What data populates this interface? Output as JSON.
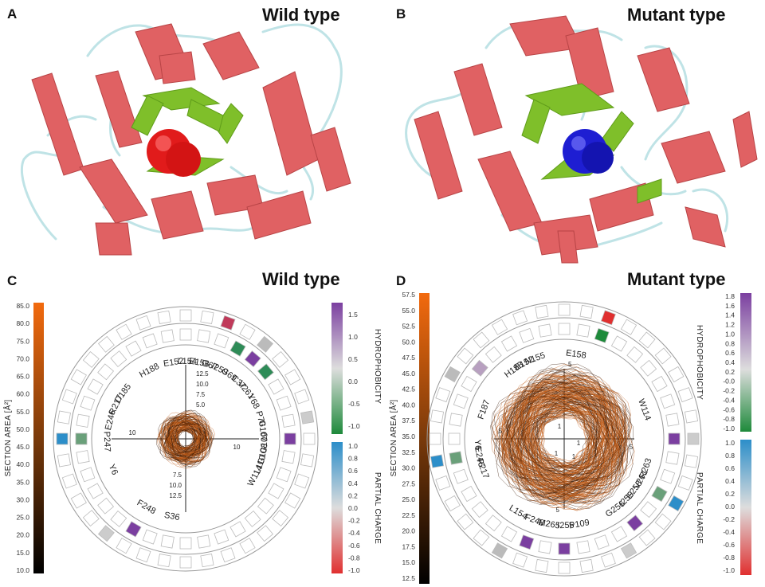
{
  "panels": {
    "A": {
      "label": "A",
      "title": "Wild type"
    },
    "B": {
      "label": "B",
      "title": "Mutant type"
    },
    "C": {
      "label": "C",
      "title": "Wild type"
    },
    "D": {
      "label": "D",
      "title": "Mutant type"
    }
  },
  "chart_data": [
    {
      "panel": "C",
      "type": "radial-tunnel-plot",
      "left_scale": {
        "label": "SECTION AREA [Å²]",
        "min": 10.0,
        "max": 85.0,
        "ticks": [
          "85.0",
          "80.0",
          "75.0",
          "70.0",
          "65.0",
          "60.0",
          "55.0",
          "50.0",
          "45.0",
          "40.0",
          "35.0",
          "30.0",
          "25.0",
          "20.0",
          "15.0",
          "10.0"
        ]
      },
      "hydrophobicity_scale": {
        "label": "HYDROPHOBICITY",
        "ticks": [
          "1.5",
          "1.0",
          "0.5",
          "0.0",
          "-0.5",
          "-1.0"
        ]
      },
      "charge_scale": {
        "label": "PARTIAL CHARGE",
        "ticks": [
          "1.0",
          "0.8",
          "0.6",
          "0.4",
          "0.2",
          "0.0",
          "-0.2",
          "-0.4",
          "-0.6",
          "-0.8",
          "-1.0"
        ]
      },
      "axis_ticks": {
        "top": [
          "12.5",
          "10.0",
          "7.5",
          "5.0"
        ],
        "bottom": [
          "7.5",
          "10.0",
          "12.5"
        ],
        "left": [
          "10"
        ],
        "right": [
          "10"
        ]
      },
      "residues": [
        "H188",
        "E152",
        "L154",
        "E158",
        "G67",
        "I259",
        "G69",
        "C37",
        "V261",
        "Y68",
        "P70",
        "G107",
        "G109",
        "G108",
        "L110",
        "W114",
        "S36",
        "F248",
        "Y6",
        "P247",
        "E246",
        "R217",
        "D185"
      ]
    },
    {
      "panel": "D",
      "type": "radial-tunnel-plot",
      "left_scale": {
        "label": "SECTION AREA [Å²]",
        "min": 12.5,
        "max": 57.5,
        "ticks": [
          "57.5",
          "55.0",
          "52.5",
          "50.0",
          "47.5",
          "45.0",
          "42.5",
          "40.0",
          "37.5",
          "35.0",
          "32.5",
          "30.0",
          "27.5",
          "25.0",
          "22.5",
          "20.0",
          "17.5",
          "15.0",
          "12.5"
        ]
      },
      "hydrophobicity_scale": {
        "label": "HYDROPHOBICITY",
        "ticks": [
          "1.8",
          "1.6",
          "1.4",
          "1.2",
          "1.0",
          "0.8",
          "0.6",
          "0.4",
          "0.2",
          "-0.0",
          "-0.2",
          "-0.4",
          "-0.6",
          "-0.8",
          "-1.0"
        ]
      },
      "charge_scale": {
        "label": "PARTIAL CHARGE",
        "ticks": [
          "1.0",
          "0.8",
          "0.6",
          "0.4",
          "0.2",
          "0.0",
          "-0.2",
          "-0.4",
          "-0.6",
          "-0.8",
          "-1.0"
        ]
      },
      "axis_ticks": {
        "top": [
          "5"
        ],
        "bottom": [
          "5"
        ],
        "left": [
          "5"
        ],
        "right": [
          "5"
        ],
        "inner": [
          "1",
          "1",
          "1",
          "1"
        ]
      },
      "residues": [
        "E152",
        "N155",
        "H188",
        "E158",
        "F187",
        "W114",
        "R217",
        "E246",
        "Y6",
        "L154",
        "F248",
        "M265",
        "I255",
        "P109",
        "R263",
        "V261",
        "E258",
        "I259",
        "G256"
      ]
    }
  ]
}
